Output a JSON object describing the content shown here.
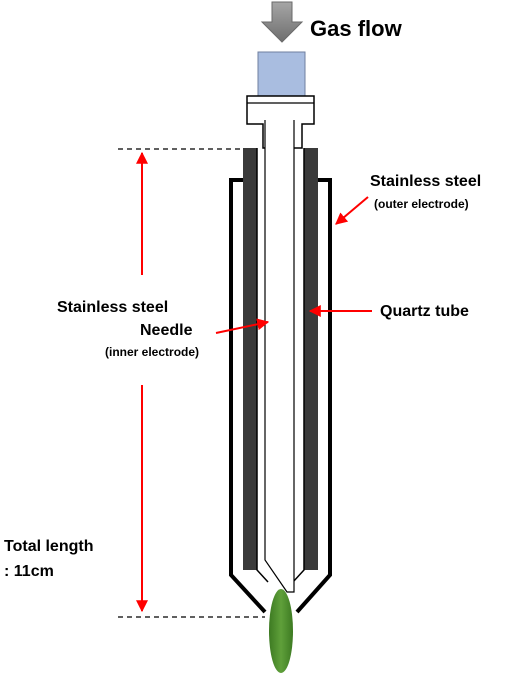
{
  "gas_flow": {
    "label": "Gas flow"
  },
  "labels": {
    "outer_electrode": {
      "line1": "Stainless steel",
      "line2": "(outer electrode)"
    },
    "inner_electrode": {
      "line1": "Stainless steel",
      "line2": "Needle",
      "line3": "(inner electrode)"
    },
    "quartz_tube": "Quartz tube",
    "total_length": {
      "line1": "Total length",
      "line2": ": 11cm"
    }
  },
  "colors": {
    "electrode": "#3a3a3a",
    "arrow": "#ff0000",
    "connector": "#a9bde0",
    "plasma": "#4a8a2a",
    "flow_arrow": "#8c8c8c"
  }
}
